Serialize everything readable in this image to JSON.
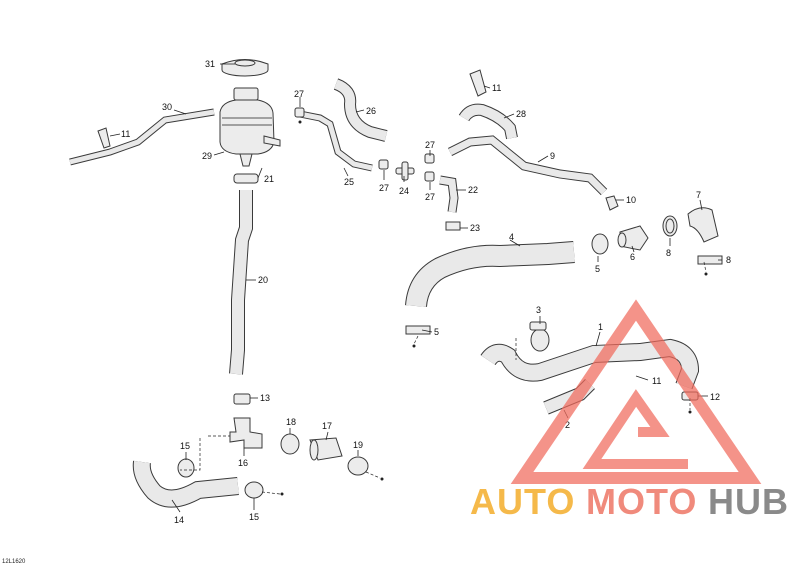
{
  "diagram": {
    "code": "12L1620",
    "callouts": {
      "c1": "1",
      "c2": "2",
      "c3": "3",
      "c4": "4",
      "c5a": "5",
      "c5b": "5",
      "c6": "6",
      "c7": "7",
      "c8a": "8",
      "c8b": "8",
      "c9": "9",
      "c10": "10",
      "c11a": "11",
      "c11b": "11",
      "c11c": "11",
      "c12": "12",
      "c13": "13",
      "c14": "14",
      "c15a": "15",
      "c15b": "15",
      "c16": "16",
      "c17": "17",
      "c18": "18",
      "c19": "19",
      "c20": "20",
      "c21": "21",
      "c22": "22",
      "c23": "23",
      "c24": "24",
      "c25": "25",
      "c26": "26",
      "c27a": "27",
      "c27b": "27",
      "c27c": "27",
      "c27d": "27",
      "c28": "28",
      "c29": "29",
      "c30": "30",
      "c31": "31"
    }
  },
  "watermark": {
    "part1": "AUTO",
    "part2": "MOTO",
    "part3": "HUB",
    "color1": "#f5b94a",
    "color2": "#f08a7c",
    "color3": "#8a8a8a",
    "logo_color": "#f06a5c"
  }
}
